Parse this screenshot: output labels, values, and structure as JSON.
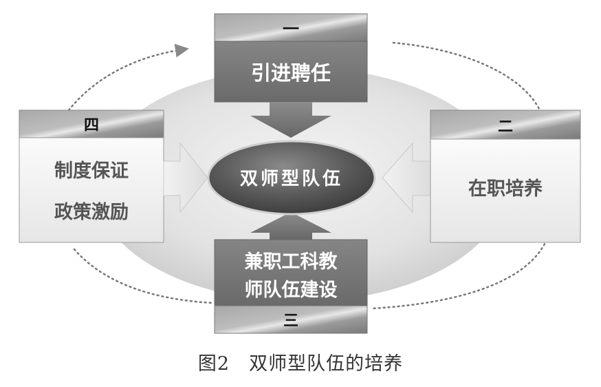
{
  "center": {
    "label": "双师型队伍"
  },
  "boxes": {
    "top": {
      "number": "一",
      "text_lines": [
        "引进聘任"
      ]
    },
    "right": {
      "number": "二",
      "text_lines": [
        "在职培养"
      ]
    },
    "bottom": {
      "number": "三",
      "text_lines": [
        "兼职工科教",
        "师队伍建设"
      ]
    },
    "left": {
      "number": "四",
      "text_lines": [
        "制度保证",
        "政策激励"
      ]
    }
  },
  "caption": "图2　双师型队伍的培养"
}
